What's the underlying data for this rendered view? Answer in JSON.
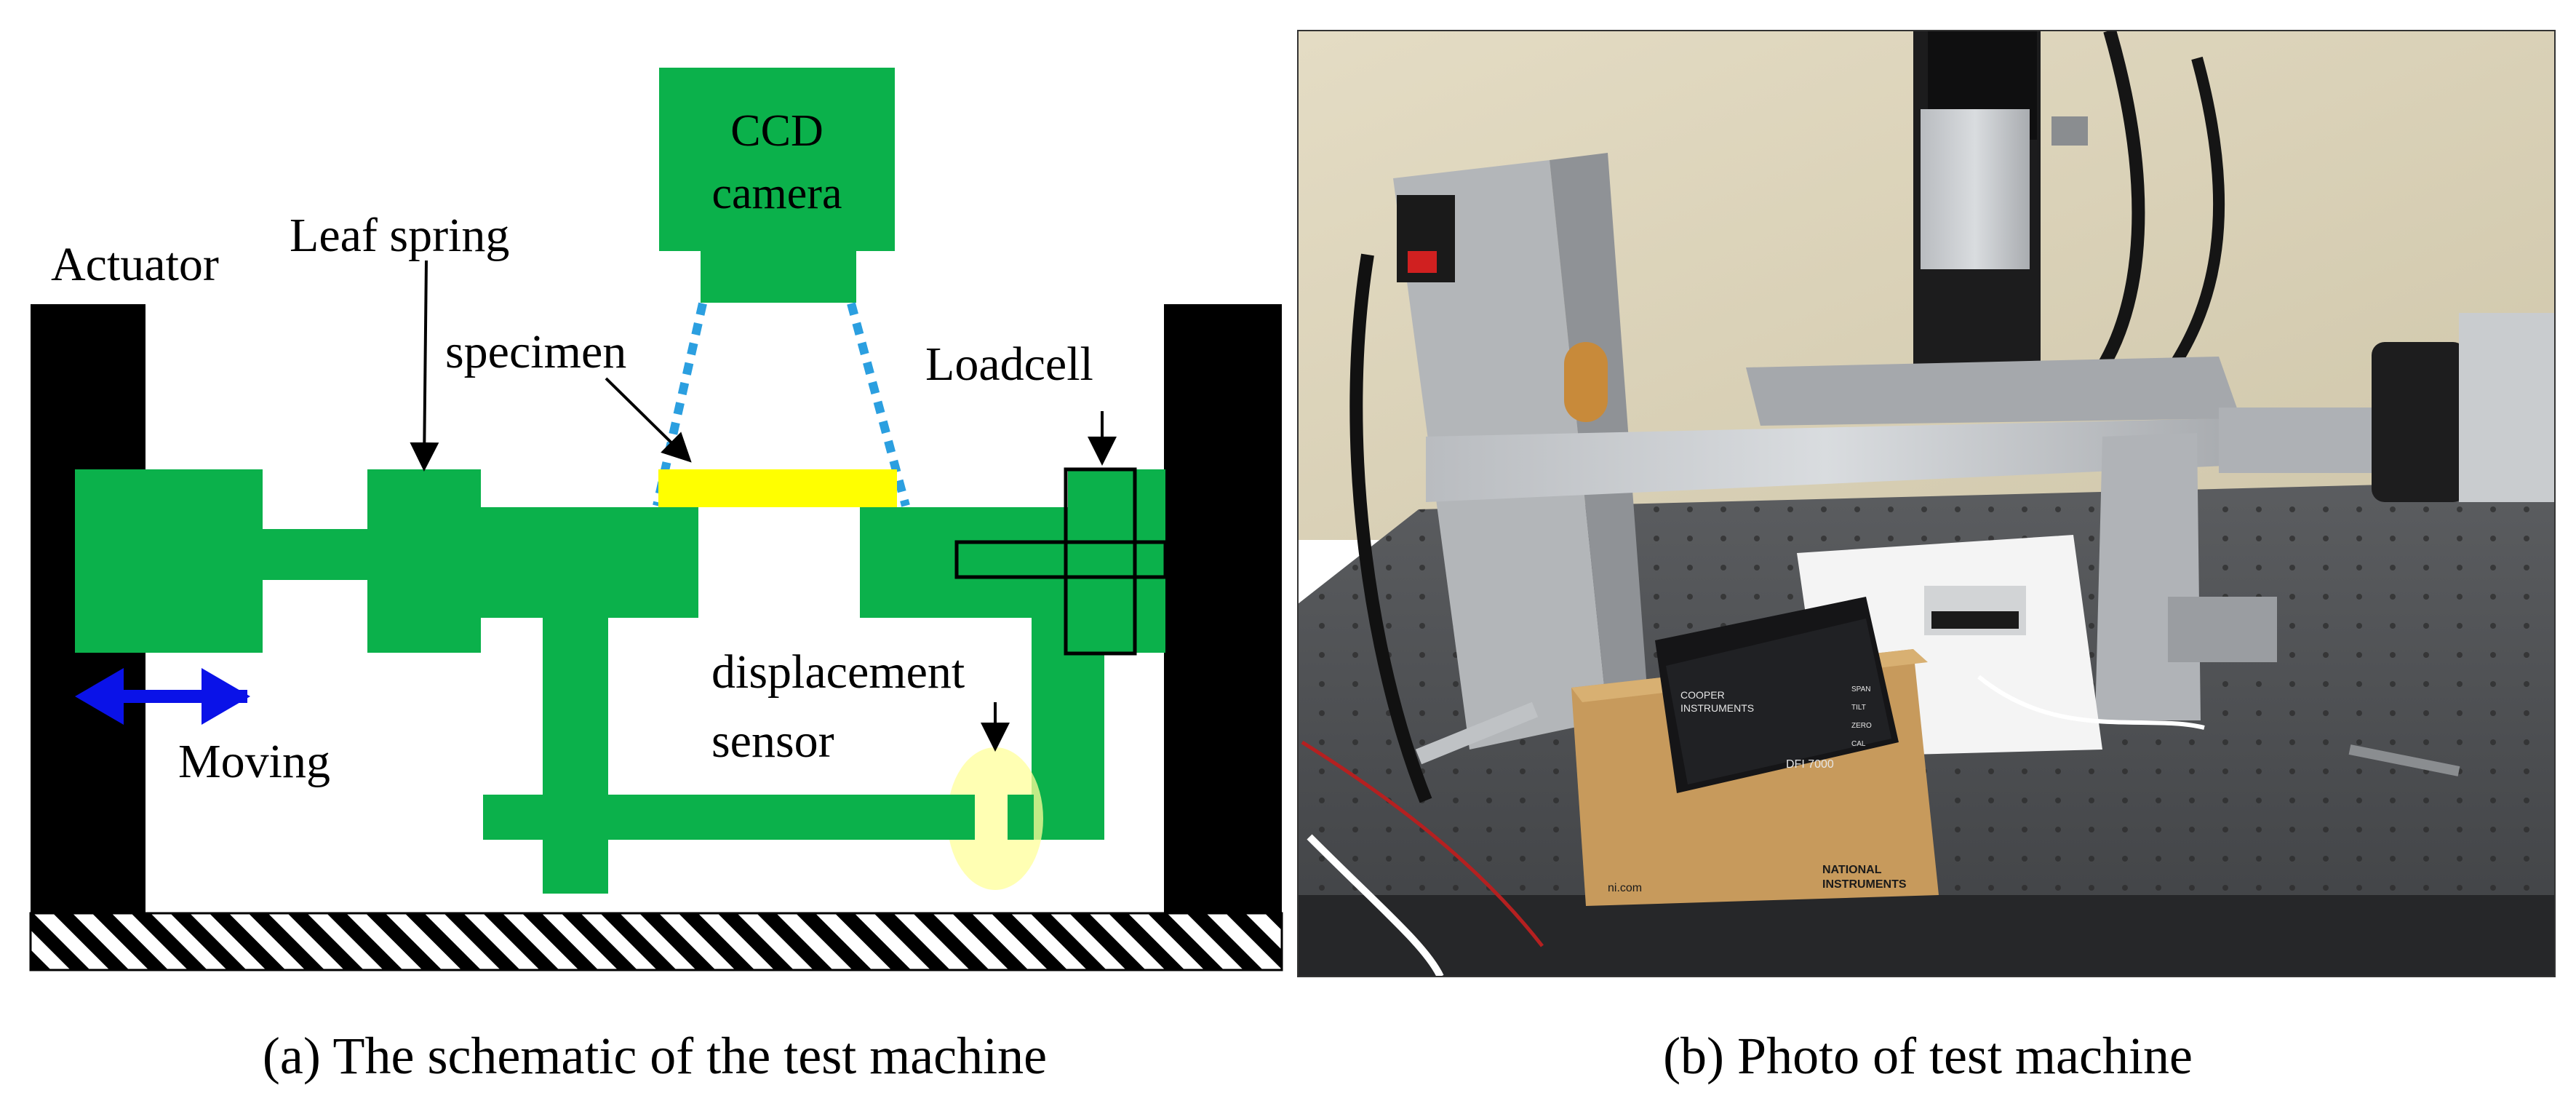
{
  "schematic": {
    "labels": {
      "actuator": "Actuator",
      "leaf_spring": "Leaf spring",
      "ccd_line1": "CCD",
      "ccd_line2": "camera",
      "specimen": "specimen",
      "loadcell": "Loadcell",
      "displacement_line1": "displacement",
      "displacement_line2": "sensor",
      "moving": "Moving"
    },
    "colors": {
      "machine_body": "#0bb14b",
      "specimen": "#ffff00",
      "camera_view_lines": "#2b9fe0",
      "moving_arrow": "#0a12e8",
      "sensor_highlight": "#ffff99",
      "frame": "#000000"
    },
    "caption": "(a) The schematic  of the test machine"
  },
  "photo": {
    "caption": "(b) Photo of test machine",
    "device_text": {
      "brand_line1": "COOPER",
      "brand_line2": "INSTRUMENTS",
      "model": "DFI 7000",
      "btn1": "SPAN",
      "btn2": "TILT",
      "btn3": "ZERO",
      "btn4": "CAL",
      "box_logo_line1": "NATIONAL",
      "box_logo_line2": "INSTRUMENTS",
      "box_url": "ni.com"
    }
  }
}
